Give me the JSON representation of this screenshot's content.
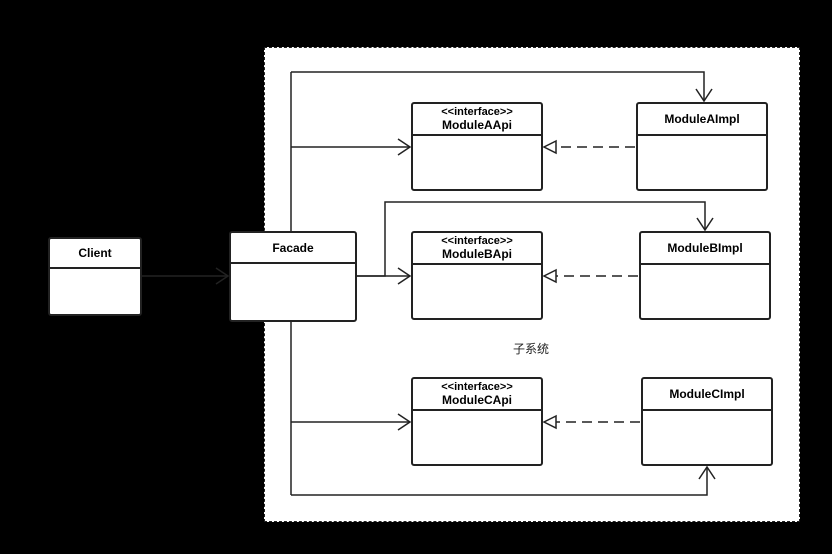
{
  "diagram": {
    "subsystem_label": "子系统",
    "client": {
      "name": "Client"
    },
    "facade": {
      "name": "Facade"
    },
    "interfaces": [
      {
        "stereotype": "<<interface>>",
        "name": "ModuleAApi"
      },
      {
        "stereotype": "<<interface>>",
        "name": "ModuleBApi"
      },
      {
        "stereotype": "<<interface>>",
        "name": "ModuleCApi"
      }
    ],
    "impls": [
      {
        "name": "ModuleAImpl"
      },
      {
        "name": "ModuleBImpl"
      },
      {
        "name": "ModuleCImpl"
      }
    ],
    "colors": {
      "background": "#000000",
      "panel": "#ffffff",
      "stroke": "#222222"
    }
  }
}
